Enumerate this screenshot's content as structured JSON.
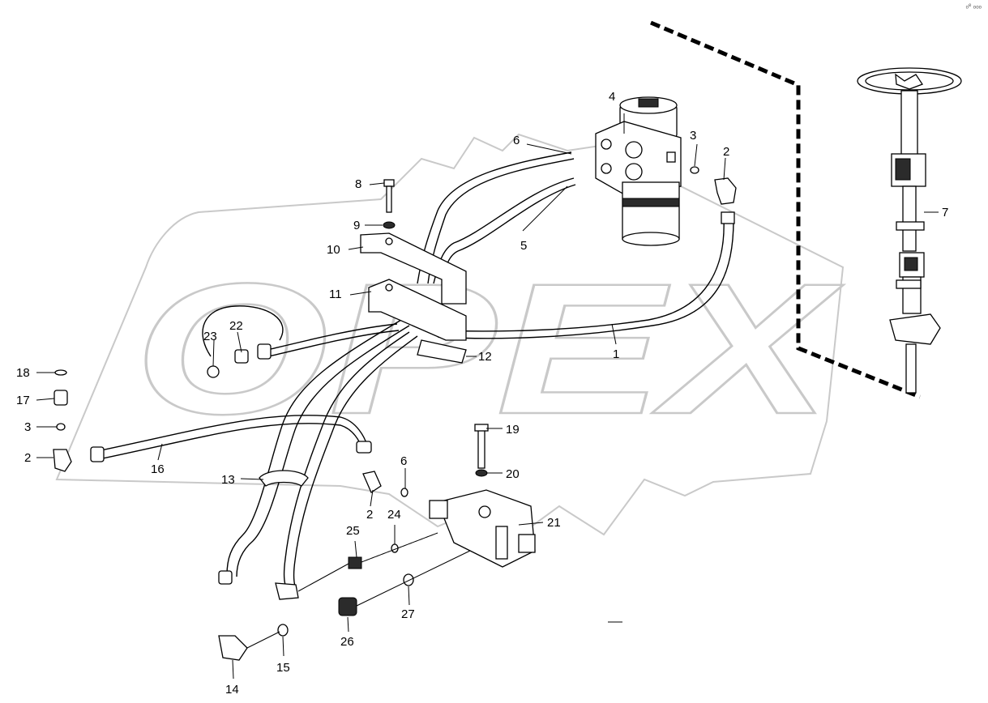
{
  "watermark": {
    "text": "OPEX"
  },
  "corner_mark": "ₒᵉ ₒₒₒ",
  "callouts": {
    "c1": "1",
    "c2a": "2",
    "c2b": "2",
    "c2c": "2",
    "c3a": "3",
    "c3b": "3",
    "c4": "4",
    "c5": "5",
    "c6a": "6",
    "c6b": "6",
    "c7": "7",
    "c8": "8",
    "c9": "9",
    "c10": "10",
    "c11": "11",
    "c12": "12",
    "c13": "13",
    "c14": "14",
    "c15": "15",
    "c16": "16",
    "c17": "17",
    "c18": "18",
    "c19": "19",
    "c20": "20",
    "c21": "21",
    "c22": "22",
    "c23": "23",
    "c24": "24",
    "c25": "25",
    "c26": "26",
    "c27": "27"
  }
}
